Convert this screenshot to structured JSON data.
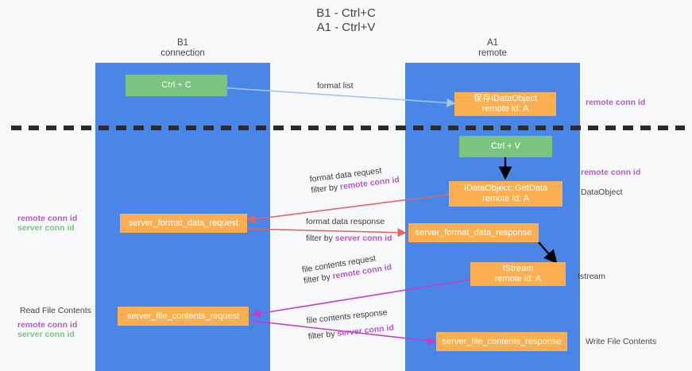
{
  "title": {
    "line1": "B1 - Ctrl+C",
    "line2": "A1 - Ctrl+V"
  },
  "columns": [
    {
      "name": "B1",
      "role": "connection"
    },
    {
      "name": "A1",
      "role": "remote"
    }
  ],
  "colors": {
    "lane": "#4a86e8",
    "green_node": "#7ac47f",
    "orange_node": "#fbaf51",
    "purple_text": "#b45ac4",
    "green_text": "#7cc47f",
    "blue_arrow": "#9fc5e8",
    "red_arrow": "#e06666",
    "black_arrow": "#000000",
    "magenta_arrow": "#c23fc2",
    "divider": "#2b2b2b"
  },
  "nodes": {
    "ctrl_c": {
      "label": "Ctrl + C"
    },
    "ctrl_v": {
      "label": "Ctrl + V"
    },
    "save_idataobject": {
      "line1": "保存IDataObject",
      "line2": "remote id: A"
    },
    "getdata": {
      "line1": "IDataObject::GetData",
      "line2": "remote id: A"
    },
    "istream": {
      "line1": "IStream",
      "line2": "remote id: A"
    },
    "server_format_data_request": {
      "label": "server_format_data_request"
    },
    "server_format_data_response": {
      "label": "server_format_data_response"
    },
    "server_file_contents_request": {
      "label": "server_file_contents_request"
    },
    "server_file_contents_response": {
      "label": "server_file_contents_response"
    }
  },
  "edge_labels": {
    "format_list": {
      "text": "format list"
    },
    "format_data_request": {
      "line1": "format data request",
      "prefix": "filter by ",
      "key": "remote conn id"
    },
    "format_data_response": {
      "line1": "format data response",
      "prefix": "filter by ",
      "key": "server conn id"
    },
    "file_contents_request": {
      "line1": "file contents request",
      "prefix": "filter by ",
      "key": "remote conn id"
    },
    "file_contents_response": {
      "line1": "file contents response",
      "prefix": "filter by ",
      "key": "server conn id"
    }
  },
  "annotations": {
    "right_remote_conn_id_top": "remote conn id",
    "right_remote_conn_id_mid": "remote conn id",
    "right_dataobject": "DataObject",
    "right_istream": "Istream",
    "right_write_file_contents": "Write File Contents",
    "left_remote_conn_id": "remote conn id",
    "left_server_conn_id": "server conn id",
    "left_read_file_contents": "Read File Contents",
    "left_remote_conn_id_2": "remote conn id",
    "left_server_conn_id_2": "server conn id"
  }
}
